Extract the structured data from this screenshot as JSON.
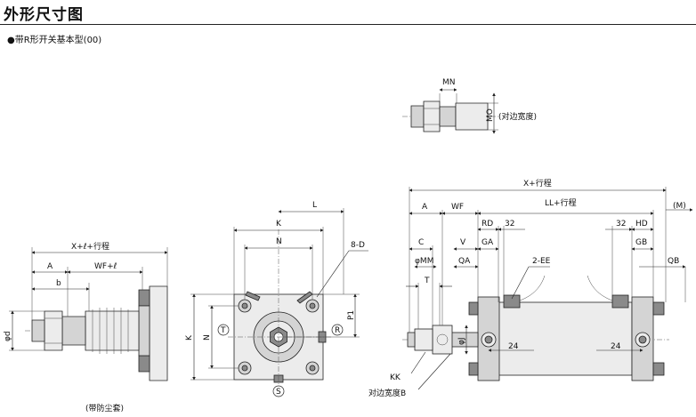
{
  "header": {
    "title": "外形尺寸图",
    "subtitle": "●带R形开关基本型(00)"
  },
  "rod_end_detail": {
    "mn": "MN",
    "mo": "MO",
    "mo_note": "(对边宽度)"
  },
  "boot_view": {
    "x_stroke": "X+ℓ+行程",
    "a": "A",
    "wf": "WF+ℓ",
    "b": "b",
    "phi_d": "φd",
    "caption": "(带防尘套)"
  },
  "end_view": {
    "l": "L",
    "k_top": "K",
    "n_top": "N",
    "eight_d": "8-D",
    "p1": "P1",
    "k_side": "K",
    "n_side": "N",
    "t": "T",
    "r": "R",
    "s": "S"
  },
  "side_view": {
    "x_stroke": "X+行程",
    "m": "(M)",
    "a": "A",
    "wf": "WF",
    "ll_stroke": "LL+行程",
    "rd": "RD",
    "n32a": "32",
    "n32b": "32",
    "hd": "HD",
    "c": "C",
    "v": "V",
    "ga": "GA",
    "gb": "GB",
    "phi_mm": "φMM",
    "qa": "QA",
    "two_ee": "2-EE",
    "qb": "QB",
    "t": "T",
    "phi_j": "φJ",
    "n24a": "24",
    "n24b": "24",
    "kk": "KK",
    "across_flats_b": "对边宽度B"
  }
}
